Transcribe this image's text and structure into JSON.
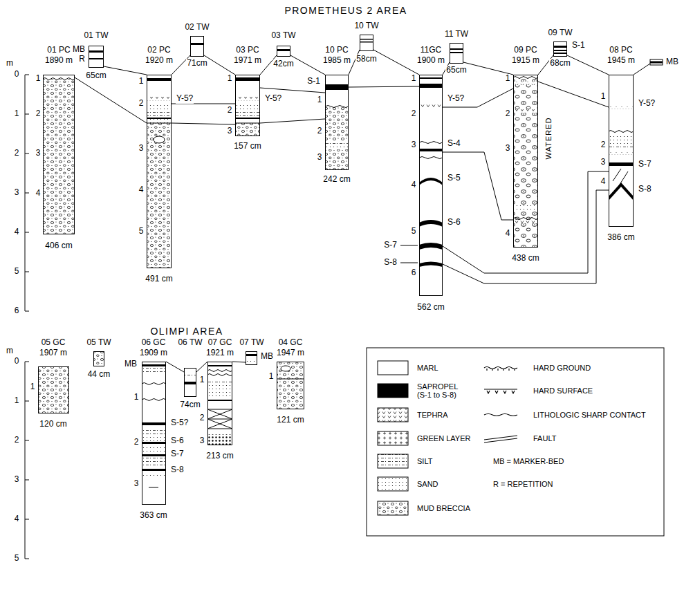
{
  "diagram": {
    "nodes": [
      {
        "text": [
          "01 PC",
          "1890 m",
          "406 cm"
        ]
      },
      {
        "text": [
          "01 TW",
          "65cm"
        ]
      },
      {
        "text": [
          "02 PC",
          "1920 m",
          "491 cm"
        ]
      },
      {
        "text": [
          "02 TW",
          "71cm"
        ]
      },
      {
        "text": [
          "03 PC",
          "1971 m",
          "157 cm"
        ]
      },
      {
        "text": [
          "03 TW",
          "42cm"
        ]
      },
      {
        "text": [
          "10 PC",
          "1985 m",
          "242 cm"
        ]
      },
      {
        "text": [
          "10 TW",
          "58cm"
        ]
      },
      {
        "text": [
          "11GC",
          "1900 m",
          "562 cm"
        ]
      },
      {
        "text": [
          "11 TW",
          "65cm"
        ]
      },
      {
        "text": [
          "09 PC",
          "1915 m",
          "438 cm"
        ]
      },
      {
        "text": [
          "09 TW",
          "68cm"
        ]
      },
      {
        "text": [
          "08 PC",
          "1945 m",
          "386 cm"
        ]
      },
      {
        "text": [
          "05 GC",
          "1907 m",
          "120 cm"
        ]
      },
      {
        "text": [
          "05 TW",
          "44 cm"
        ]
      },
      {
        "text": [
          "06 GC",
          "1909 m",
          "363 cm"
        ]
      },
      {
        "text": [
          "06 TW",
          "74cm"
        ]
      },
      {
        "text": [
          "07 GC",
          "1921 m",
          "213 cm"
        ]
      },
      {
        "text": [
          "07 TW"
        ]
      },
      {
        "text": [
          "04 GC",
          "1947 m",
          "121 cm"
        ]
      }
    ],
    "edges": [
      {
        "from": 0,
        "to": 2,
        "arrow": "none"
      },
      {
        "from": 1,
        "to": 2,
        "arrow": "none"
      },
      {
        "from": 2,
        "to": 3,
        "arrow": "none"
      },
      {
        "from": 3,
        "to": 4,
        "arrow": "none"
      },
      {
        "from": 4,
        "to": 5,
        "arrow": "none"
      },
      {
        "from": 5,
        "to": 6,
        "arrow": "none"
      },
      {
        "from": 6,
        "to": 7,
        "arrow": "none"
      },
      {
        "from": 7,
        "to": 8,
        "arrow": "none"
      },
      {
        "from": 8,
        "to": 9,
        "arrow": "none"
      },
      {
        "from": 9,
        "to": 10,
        "arrow": "none"
      },
      {
        "from": 10,
        "to": 11,
        "arrow": "none"
      },
      {
        "from": 11,
        "to": 12,
        "arrow": "none"
      },
      {
        "from": 2,
        "to": 4,
        "arrow": "none"
      },
      {
        "from": 2,
        "to": 4,
        "arrow": "none"
      },
      {
        "from": 4,
        "to": 6,
        "arrow": "none"
      },
      {
        "from": 4,
        "to": 6,
        "arrow": "none"
      },
      {
        "from": 6,
        "to": 8,
        "arrow": "none"
      },
      {
        "from": 8,
        "to": 10,
        "arrow": "none"
      },
      {
        "from": 8,
        "to": 10,
        "arrow": "none"
      },
      {
        "from": 8,
        "to": 12,
        "arrow": "none"
      },
      {
        "from": 8,
        "to": 12,
        "arrow": "none"
      },
      {
        "from": 10,
        "to": 12,
        "arrow": "none"
      },
      {
        "from": 15,
        "to": 16,
        "arrow": "none"
      },
      {
        "from": 16,
        "to": 17,
        "arrow": "none"
      },
      {
        "from": 17,
        "to": 18,
        "arrow": "none"
      }
    ],
    "labels": [
      "PROMETHEUS 2 AREA",
      "m",
      "0",
      "1",
      "2",
      "3",
      "4",
      "5",
      "6",
      "MB",
      "R",
      "1",
      "2",
      "3",
      "4",
      "1",
      "2",
      "3",
      "4",
      "5",
      "Y-5?",
      "1",
      "2",
      "3",
      "Y-5?",
      "S-1",
      "1",
      "2",
      "3",
      "1",
      "2",
      "3",
      "4",
      "5",
      "6",
      "Y-5?",
      "S-4",
      "S-5",
      "S-6",
      "S-7",
      "S-8",
      "S-1",
      "1",
      "2",
      "3",
      "4",
      "WATERED",
      "1",
      "2",
      "3",
      "4",
      "Y-5?",
      "S-7",
      "S-8",
      "MB",
      "OLIMPI AREA",
      "m",
      "0",
      "1",
      "2",
      "3",
      "4",
      "5",
      "1",
      "MB",
      "1",
      "2",
      "3",
      "S-5?",
      "S-6",
      "S-7",
      "S-8",
      "1",
      "2",
      "3",
      "MB",
      "1"
    ],
    "legend": [
      {
        "text": "MARL",
        "color": "#ffffff"
      },
      {
        "text": "SAPROPEL (S-1 to S-8)",
        "color": "#000000"
      },
      {
        "text": "TEPHRA"
      },
      {
        "text": "GREEN LAYER"
      },
      {
        "text": "SILT"
      },
      {
        "text": "SAND"
      },
      {
        "text": "MUD BRECCIA"
      },
      {
        "text": "HARD GROUND"
      },
      {
        "text": "HARD SURFACE"
      },
      {
        "text": "LITHOLOGIC SHARP CONTACT"
      },
      {
        "text": "FAULT"
      },
      {
        "text": "MB = MARKER-BED"
      },
      {
        "text": "R = REPETITION"
      }
    ]
  }
}
